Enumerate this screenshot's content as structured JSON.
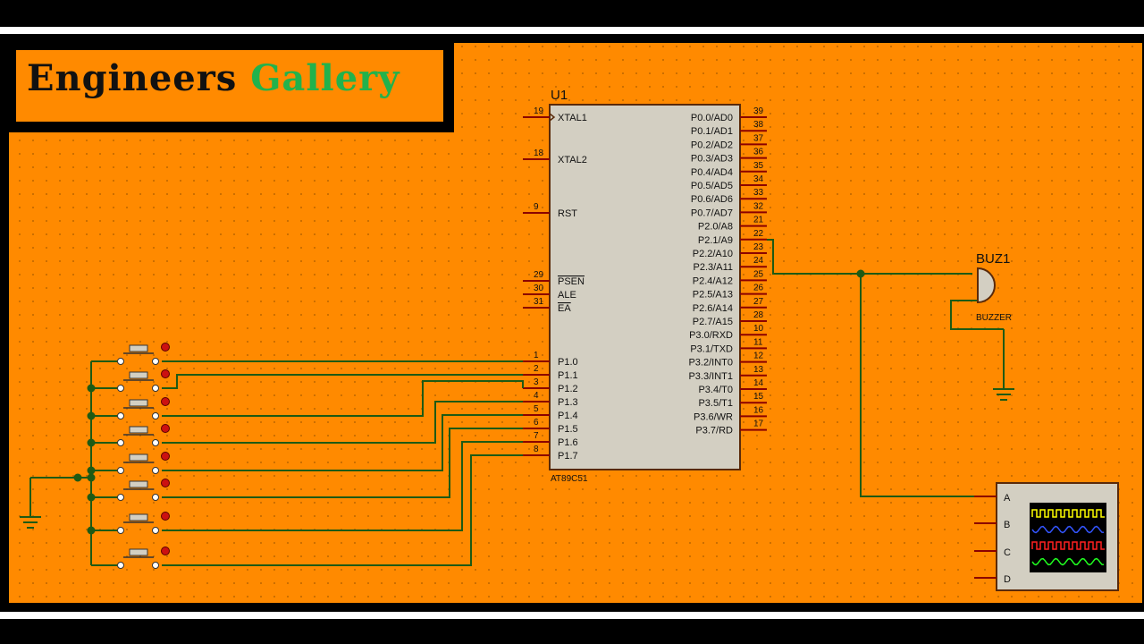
{
  "logo": {
    "word1": "Engineers",
    "word2": "Gallery"
  },
  "colors": {
    "background": "#ff8a00",
    "wire": "#1e5a14",
    "pin": "#8b0000",
    "chip": "#d3cfc2",
    "logo_green": "#22b24c"
  },
  "mcu": {
    "ref": "U1",
    "part": "AT89C51",
    "left_pins": [
      {
        "num": "19",
        "name": "XTAL1"
      },
      {
        "num": "18",
        "name": "XTAL2"
      },
      {
        "num": "9",
        "name": "RST"
      },
      {
        "num": "29",
        "name": "PSEN"
      },
      {
        "num": "30",
        "name": "ALE"
      },
      {
        "num": "31",
        "name": "EA"
      },
      {
        "num": "1",
        "name": "P1.0"
      },
      {
        "num": "2",
        "name": "P1.1"
      },
      {
        "num": "3",
        "name": "P1.2"
      },
      {
        "num": "4",
        "name": "P1.3"
      },
      {
        "num": "5",
        "name": "P1.4"
      },
      {
        "num": "6",
        "name": "P1.5"
      },
      {
        "num": "7",
        "name": "P1.6"
      },
      {
        "num": "8",
        "name": "P1.7"
      }
    ],
    "right_pins": [
      {
        "num": "39",
        "name": "P0.0/AD0"
      },
      {
        "num": "38",
        "name": "P0.1/AD1"
      },
      {
        "num": "37",
        "name": "P0.2/AD2"
      },
      {
        "num": "36",
        "name": "P0.3/AD3"
      },
      {
        "num": "35",
        "name": "P0.4/AD4"
      },
      {
        "num": "34",
        "name": "P0.5/AD5"
      },
      {
        "num": "33",
        "name": "P0.6/AD6"
      },
      {
        "num": "32",
        "name": "P0.7/AD7"
      },
      {
        "num": "21",
        "name": "P2.0/A8"
      },
      {
        "num": "22",
        "name": "P2.1/A9"
      },
      {
        "num": "23",
        "name": "P2.2/A10"
      },
      {
        "num": "24",
        "name": "P2.3/A11"
      },
      {
        "num": "25",
        "name": "P2.4/A12"
      },
      {
        "num": "26",
        "name": "P2.5/A13"
      },
      {
        "num": "27",
        "name": "P2.6/A14"
      },
      {
        "num": "28",
        "name": "P2.7/A15"
      },
      {
        "num": "10",
        "name": "P3.0/RXD"
      },
      {
        "num": "11",
        "name": "P3.1/TXD"
      },
      {
        "num": "12",
        "name": "P3.2/INT0"
      },
      {
        "num": "13",
        "name": "P3.3/INT1"
      },
      {
        "num": "14",
        "name": "P3.4/T0"
      },
      {
        "num": "15",
        "name": "P3.5/T1"
      },
      {
        "num": "16",
        "name": "P3.6/WR"
      },
      {
        "num": "17",
        "name": "P3.7/RD"
      }
    ]
  },
  "buzzer": {
    "ref": "BUZ1",
    "type": "BUZZER"
  },
  "oscilloscope": {
    "channels": [
      "A",
      "B",
      "C",
      "D"
    ],
    "trace_colors": [
      "#ffff00",
      "#3355ff",
      "#ff2020",
      "#20ff20"
    ]
  },
  "switch_count": 8
}
